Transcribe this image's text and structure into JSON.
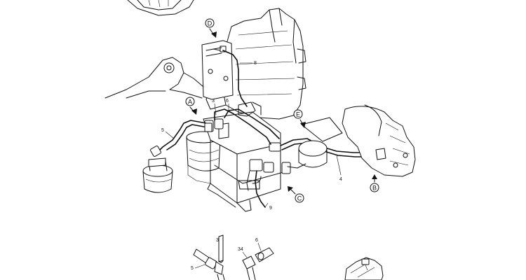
{
  "diagram": {
    "part_numbers": {
      "p8": "8",
      "p3_top": "3",
      "p6_top": "6",
      "p5_left": "5",
      "p4": "4",
      "p9": "9",
      "p3_bottom": "3",
      "p34": "34",
      "p6_bottom": "6",
      "p5_bottom": "5"
    },
    "callouts": {
      "A": "A",
      "B": "B",
      "C": "C",
      "D": "D",
      "E": "E"
    }
  }
}
